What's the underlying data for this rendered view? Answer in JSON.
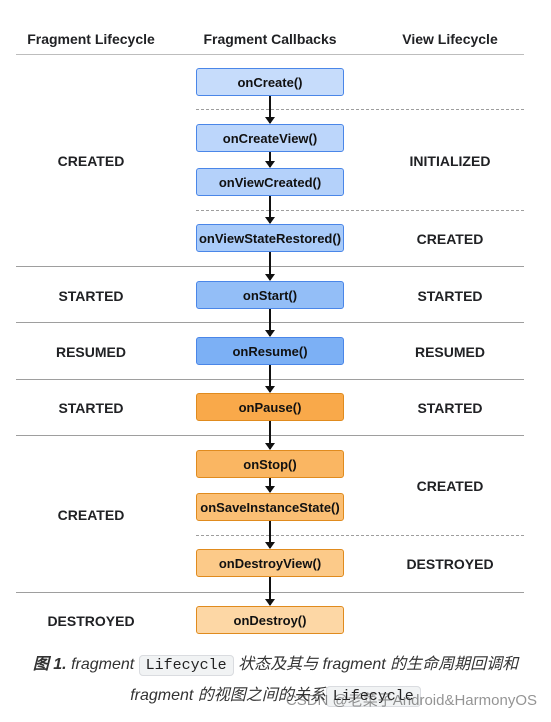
{
  "headers": {
    "fragment_lifecycle": "Fragment Lifecycle",
    "fragment_callbacks": "Fragment Callbacks",
    "view_lifecycle": "View Lifecycle"
  },
  "fragment_states": [
    "CREATED",
    "STARTED",
    "RESUMED",
    "STARTED",
    "CREATED",
    "DESTROYED"
  ],
  "view_states": [
    "INITIALIZED",
    "CREATED",
    "STARTED",
    "RESUMED",
    "STARTED",
    "CREATED",
    "DESTROYED"
  ],
  "callbacks": [
    {
      "label": "onCreate()",
      "color": "#c6dcfb"
    },
    {
      "label": "onCreateView()",
      "color": "#bcd6fb"
    },
    {
      "label": "onViewCreated()",
      "color": "#b4d1fa"
    },
    {
      "label": "onViewStateRestored()",
      "color": "#a9cbf9"
    },
    {
      "label": "onStart()",
      "color": "#93bef7"
    },
    {
      "label": "onResume()",
      "color": "#7cb0f5"
    },
    {
      "label": "onPause()",
      "color": "#f9a94a"
    },
    {
      "label": "onStop()",
      "color": "#fab662"
    },
    {
      "label": "onSaveInstanceState()",
      "color": "#fbbf74"
    },
    {
      "label": "onDestroyView()",
      "color": "#fcca89"
    },
    {
      "label": "onDestroy()",
      "color": "#fdd7a5"
    }
  ],
  "caption": {
    "figure_label": "图 1.",
    "part1": " fragment ",
    "code1": "Lifecycle",
    "part2": " 状态及其与 fragment 的生命周期回调和 fragment 的视图之间的关系",
    "code2": "Lifecycle"
  },
  "watermark": "CSDN @老菜子Android&HarmonyOS"
}
